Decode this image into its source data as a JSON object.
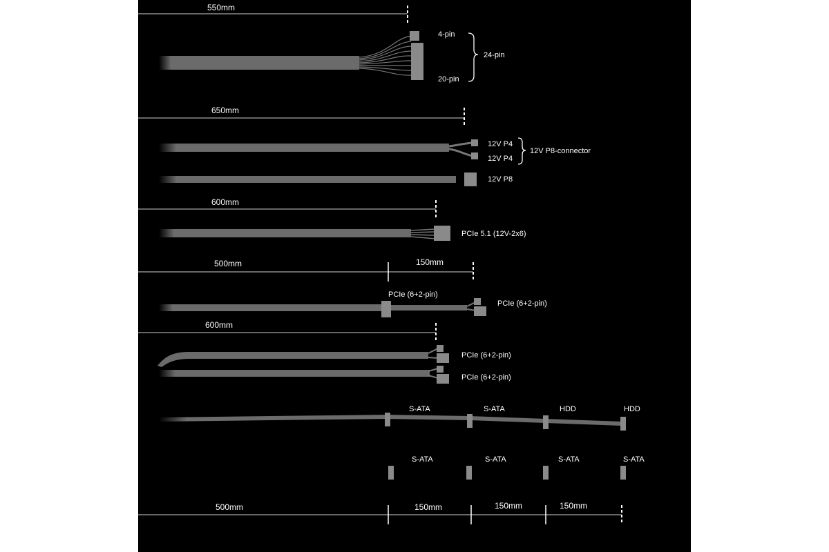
{
  "colors": {
    "panel": "#000000",
    "margin": "#ffffff",
    "cable": "#6b6b6b",
    "connector": "#8a8a8a",
    "text": "#ffffff",
    "dimension_line": "#cfcfcf"
  },
  "dimensions": {
    "atx_length": "550mm",
    "eps_length": "650mm",
    "pcie51_length": "600mm",
    "pcie_single_main": "500mm",
    "pcie_single_ext": "150mm",
    "pcie_dual_length": "600mm",
    "bottom_main": "500mm",
    "bottom_seg1": "150mm",
    "bottom_seg2": "150mm",
    "bottom_seg3": "150mm"
  },
  "labels": {
    "atx_4pin": "4-pin",
    "atx_20pin": "20-pin",
    "atx_24pin": "24-pin",
    "eps_p4_a": "12V P4",
    "eps_p4_b": "12V P4",
    "eps_p8_connector": "12V P8-connector",
    "eps_p8": "12V P8",
    "pcie51": "PCIe 5.1 (12V-2x6)",
    "pcie_mid": "PCIe (6+2-pin)",
    "pcie_end": "PCIe (6+2-pin)",
    "pcie_dual_a": "PCIe (6+2-pin)",
    "pcie_dual_b": "PCIe (6+2-pin)",
    "sata_row1": [
      "S-ATA",
      "S-ATA",
      "HDD",
      "HDD"
    ],
    "sata_row2": [
      "S-ATA",
      "S-ATA",
      "S-ATA",
      "S-ATA"
    ]
  }
}
